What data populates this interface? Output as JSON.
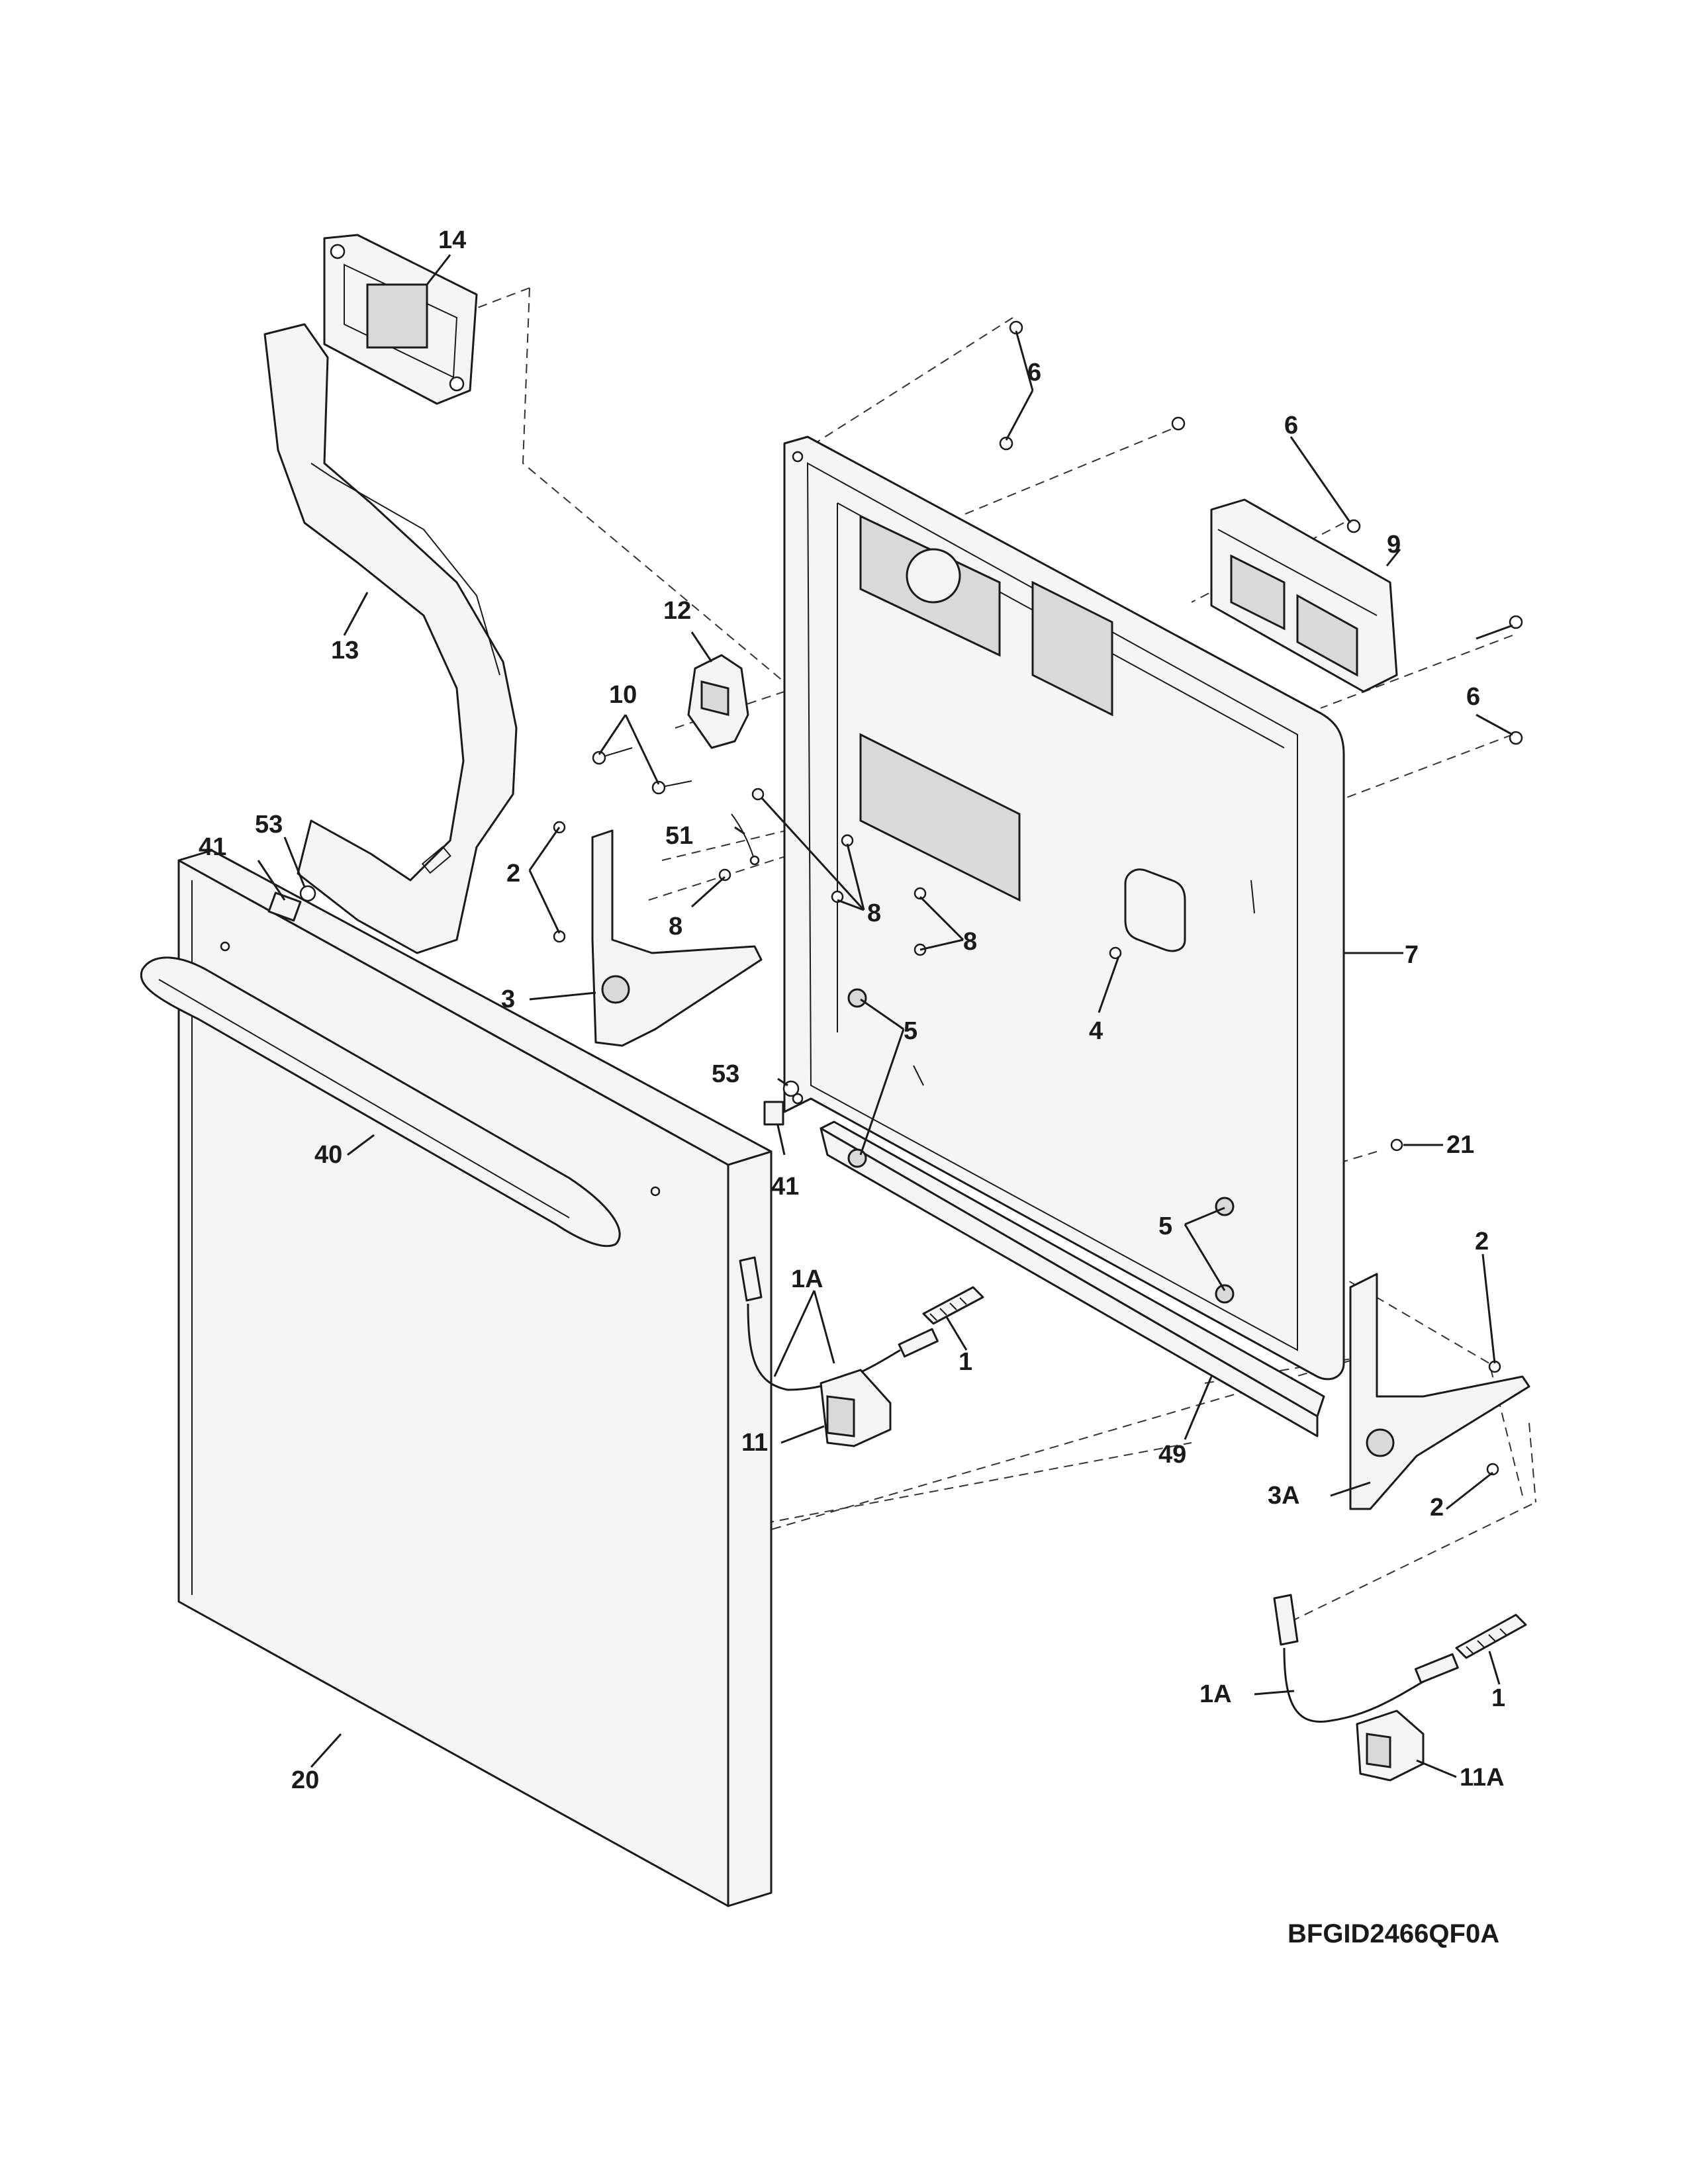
{
  "model_code": "BFGID2466QF0A",
  "callouts": {
    "c14": "14",
    "c13": "13",
    "c12": "12",
    "c10": "10",
    "c6a": "6",
    "c6b": "6",
    "c6c": "6",
    "c9": "9",
    "c7": "7",
    "c4": "4",
    "c2a": "2",
    "c2b": "2",
    "c2c": "2",
    "c3": "3",
    "c3A": "3A",
    "c41a": "41",
    "c53a": "53",
    "c41b": "41",
    "c53b": "53",
    "c51": "51",
    "c8a": "8",
    "c8b": "8",
    "c8c": "8",
    "c5a": "5",
    "c5b": "5",
    "c21": "21",
    "c40": "40",
    "c20": "20",
    "c1Aa": "1A",
    "c1a": "1",
    "c11": "11",
    "c49": "49",
    "c1Ab": "1A",
    "c1b": "1",
    "c11A": "11A"
  }
}
